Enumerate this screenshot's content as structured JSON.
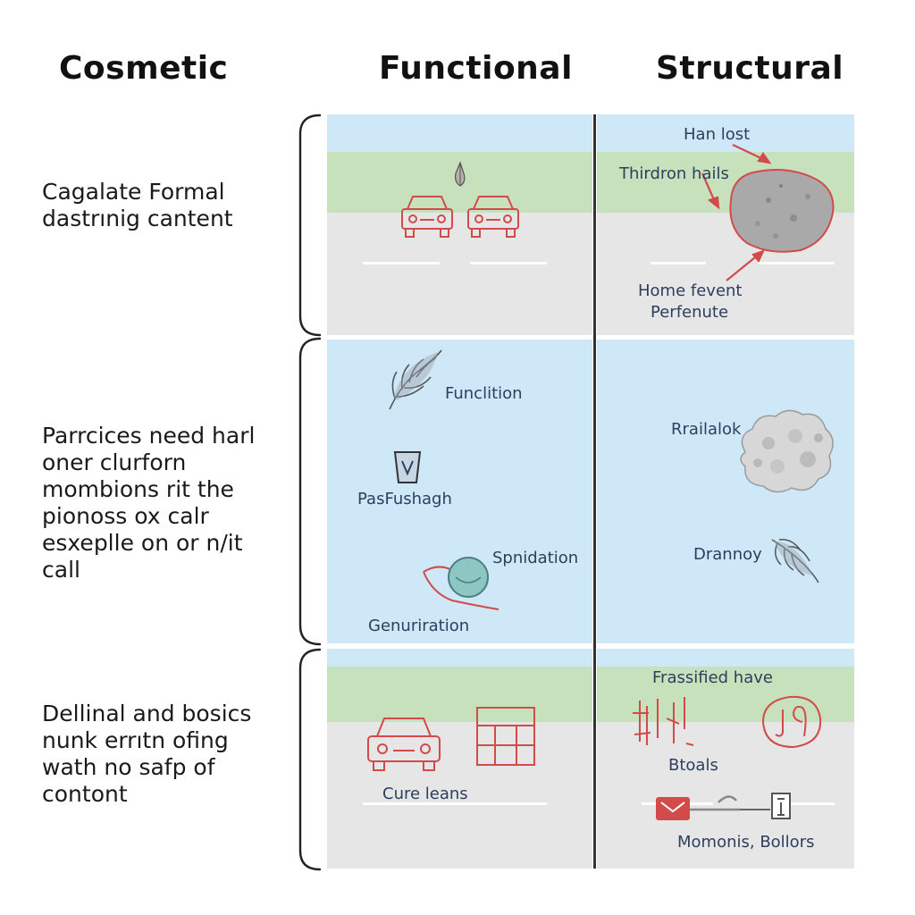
{
  "headers": {
    "cosmetic": "Cosmetic",
    "functional": "Functional",
    "structural": "Structural"
  },
  "rows": [
    {
      "label_lines": [
        "Cagalate Formal",
        "dastrınig cantent"
      ]
    },
    {
      "label_lines": [
        "Parrcices need harl",
        "oner clurforn",
        "mombions rit the",
        "pionoss ox calr",
        "esxeplle on or n/it",
        "call"
      ]
    },
    {
      "label_lines": [
        "Dellinal and bosics",
        "nunk errıtn ofing",
        "wath no safp of",
        "contont"
      ]
    }
  ],
  "panels": {
    "r1_structural": {
      "label_top": "Han lost",
      "label_mid": "Thirdron hails",
      "label_bottom_1": "Home fevent",
      "label_bottom_2": "Perfenute"
    },
    "r2_functional": {
      "label_1": "Funclition",
      "label_2": "PasFushagh",
      "label_3": "Spnidation",
      "label_4": "Genuriration"
    },
    "r2_structural": {
      "label_1": "Rrailalok",
      "label_2": "Drannoy"
    },
    "r3_functional": {
      "label_1": "Cure leans"
    },
    "r3_structural": {
      "label_1": "Frassified have",
      "label_2": "Btoals",
      "label_3": "Momonis, Bollors"
    }
  },
  "colors": {
    "sky_blue": "#cfe8f8",
    "grass_green": "#c8e1bd",
    "road_gray": "#e6e6e6",
    "icon_red": "#d24b4b",
    "label_navy": "#2d3f5c"
  }
}
